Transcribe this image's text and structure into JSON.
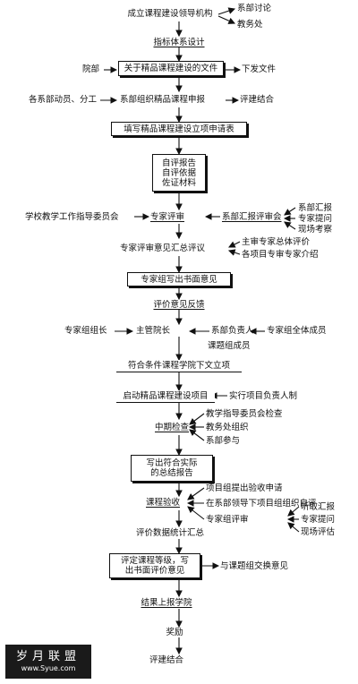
{
  "nodes": {
    "n1": "成立课程建设领导机构",
    "n1_side_a": "系部讨论",
    "n1_side_b": "教务处",
    "n2": "指标体系设计",
    "n3_left": "院部",
    "n3": "关于精品课程建设的文件",
    "n3_right": "下发文件",
    "n4_left": "各系部动员、分工",
    "n4": "系部组织精品课程申报",
    "n4_right": "评建结合",
    "n5": "填写精品课程建设立项申请表",
    "n6": "自评报告\n自评依据\n佐证材料",
    "n7_left": "学校教学工作指导委员会",
    "n7": "专家评审",
    "n7_right": "系部汇报评审会",
    "n7_r1": "系部汇报",
    "n7_r2": "专家提问",
    "n7_r3": "现场考察",
    "n8": "专家评审意见汇总评议",
    "n8_r1": "主审专家总体评价",
    "n8_r2": "各项目专审专家介绍",
    "n9": "专家组写出书面意见",
    "n10": "评价意见反馈",
    "n11_left": "专家组组长",
    "n11": "主管院长",
    "n11_right": "系部负责人",
    "n11_right2": "课题组成员",
    "n11_far": "专家组全体成员",
    "n12": "符合条件课程学院下文立项",
    "n13": "启动精品课程建设项目",
    "n13_right": "实行项目负责人制",
    "n14": "中期检查",
    "n14_r1": "教学指导委员会检查",
    "n14_r2": "教务处组织",
    "n14_r3": "系部参与",
    "n15": "写出符合实际\n的总结报告",
    "n16": "课程验收",
    "n16_r1": "项目组提出验收申请",
    "n16_r2": "在系部领导下项目组组织自评",
    "n16_r3": "专家组评审",
    "n16_rr1": "听取汇报",
    "n16_rr2": "专家提问",
    "n16_rr3": "现场评估",
    "n17": "评价数据统计汇总",
    "n18": "评定课程等级，写\n出书面评价意见",
    "n18_right": "与课题组交换意见",
    "n19": "结果上报学院",
    "n20": "奖励",
    "n21": "评建结合"
  },
  "watermark": {
    "title": "岁月联盟",
    "url": "www.Syue.com"
  }
}
